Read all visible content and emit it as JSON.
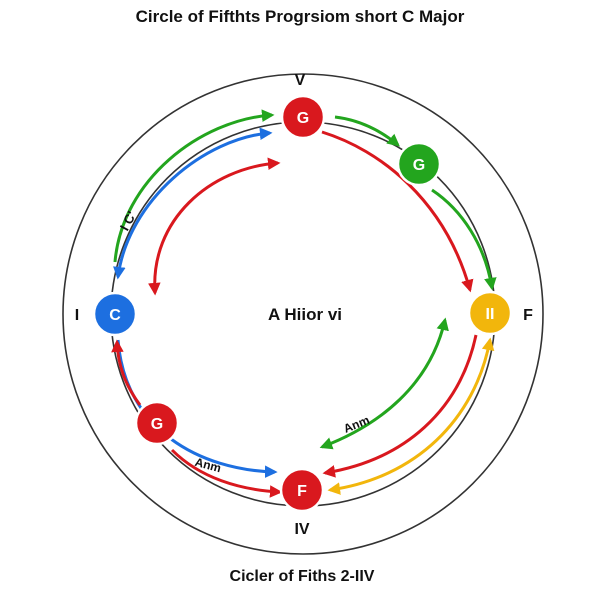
{
  "title": "Circle of Fifthts Progrsiom short C Major",
  "subtitle": "Cicler of Fiths 2-IIV",
  "center_label": "A Hiior vi",
  "positions": {
    "top": "V",
    "left": "I",
    "right": "F",
    "bottom": "IV"
  },
  "nodes": {
    "top": {
      "label": "G",
      "color": "#d9181e"
    },
    "upper_right": {
      "label": "G",
      "color": "#23a51e"
    },
    "right": {
      "label": "II",
      "color": "#f2b60c"
    },
    "left": {
      "label": "C",
      "color": "#1d6fe0"
    },
    "lower_left": {
      "label": "G",
      "color": "#d9181e"
    },
    "bottom": {
      "label": "F",
      "color": "#d9181e"
    }
  },
  "arrow_labels": {
    "upper_left": "I C'",
    "lower_left": "Anm",
    "lower_right": "Anm"
  },
  "colors": {
    "red": "#d9181e",
    "green": "#23a51e",
    "blue": "#1d6fe0",
    "yellow": "#f2b60c",
    "ring": "#333333"
  }
}
